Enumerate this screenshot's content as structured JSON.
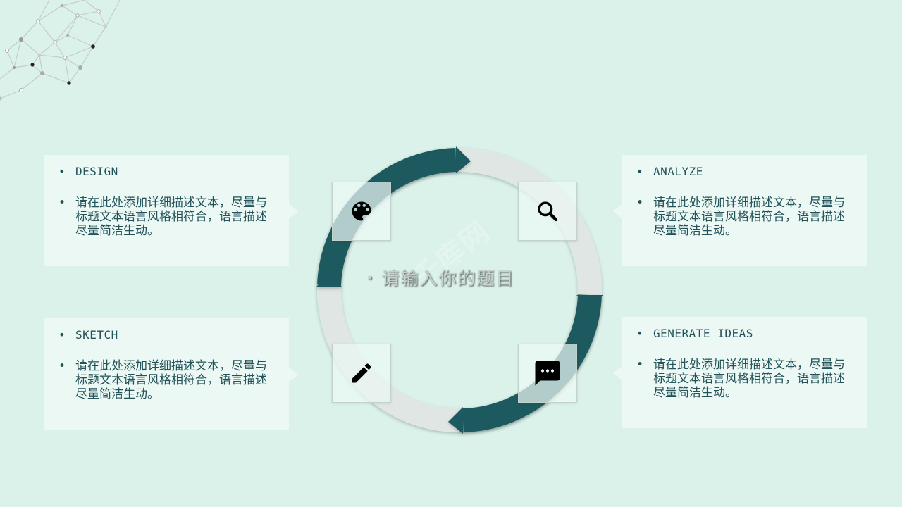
{
  "slide": {
    "center_title": "请输入你的题目",
    "watermark": "千库网"
  },
  "cards": [
    {
      "heading": "DESIGN",
      "description": "请在此处添加详细描述文本，尽量与标题文本语言风格相符合，语言描述尽量简洁生动。",
      "icon": "palette-icon"
    },
    {
      "heading": "ANALYZE",
      "description": "请在此处添加详细描述文本，尽量与标题文本语言风格相符合，语言描述尽量简洁生动。",
      "icon": "search-icon"
    },
    {
      "heading": "SKETCH",
      "description": "请在此处添加详细描述文本，尽量与标题文本语言风格相符合，语言描述尽量简洁生动。",
      "icon": "pencil-icon"
    },
    {
      "heading": "GENERATE IDEAS",
      "description": "请在此处添加详细描述文本，尽量与标题文本语言风格相符合，语言描述尽量简洁生动。",
      "icon": "chat-icon"
    }
  ],
  "colors": {
    "background": "#daf2ea",
    "card": "#ecf8f4",
    "accent_dark_teal": "#1f5a5e",
    "ring_light": "#dfe6e3",
    "text": "#23535a"
  }
}
